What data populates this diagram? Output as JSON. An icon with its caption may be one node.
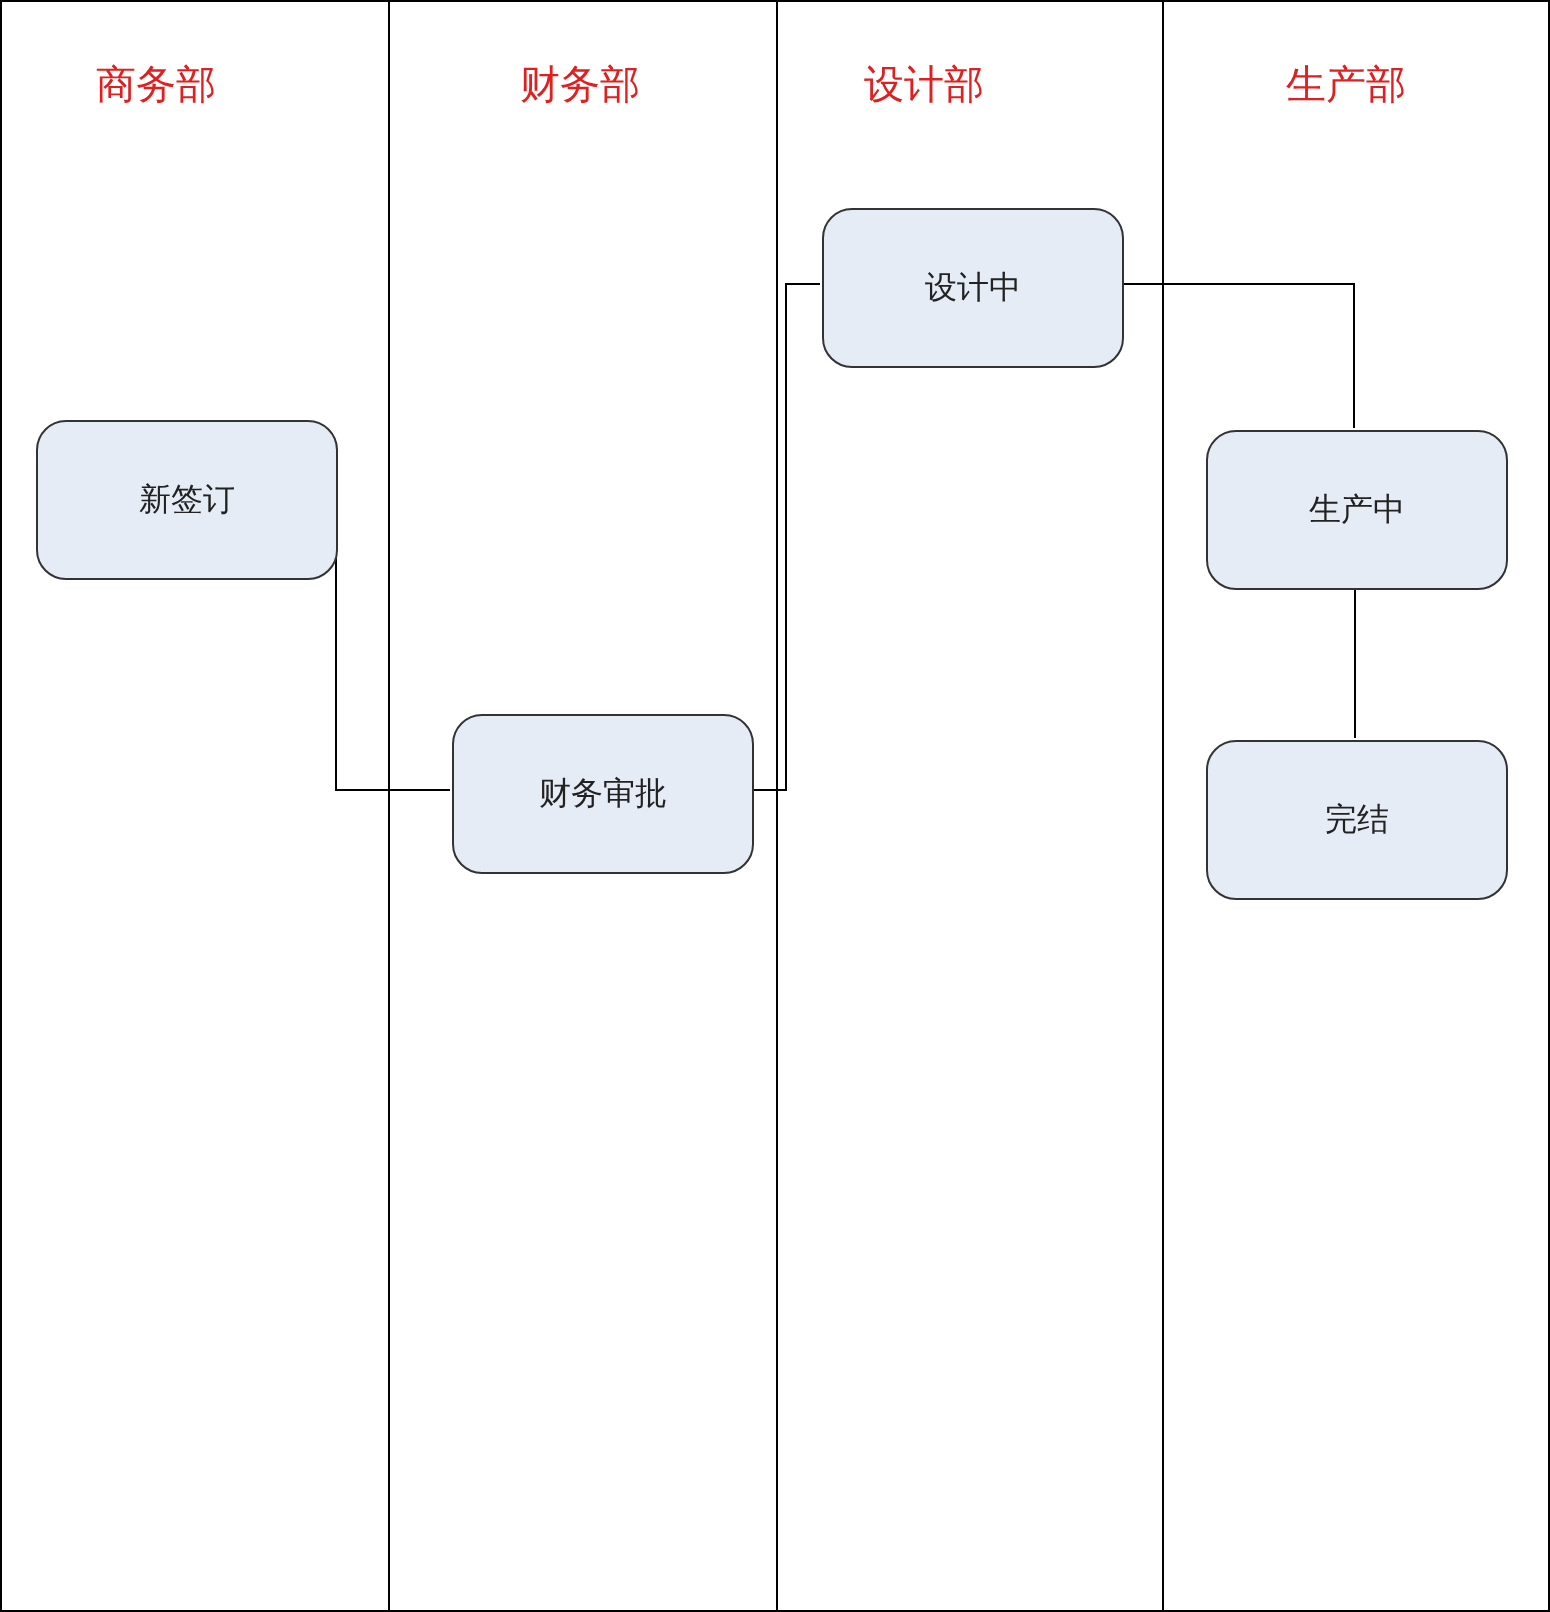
{
  "diagram": {
    "nodes": [
      {
        "text": [
          "商务部"
        ]
      },
      {
        "text": [
          "财务部"
        ]
      },
      {
        "text": [
          "设计部"
        ]
      },
      {
        "text": [
          "生产部"
        ]
      },
      {
        "text": [
          "新签订"
        ],
        "in": 0
      },
      {
        "text": [
          "财务审批"
        ],
        "in": 1
      },
      {
        "text": [
          "设计中"
        ],
        "in": 2
      },
      {
        "text": [
          "生产中"
        ],
        "in": 3
      },
      {
        "text": [
          "完结"
        ],
        "in": 3
      }
    ],
    "edges": [
      {
        "from": 4,
        "to": 5,
        "arrow": "none"
      },
      {
        "from": 5,
        "to": 6,
        "arrow": "none"
      },
      {
        "from": 6,
        "to": 7,
        "arrow": "none"
      },
      {
        "from": 7,
        "to": 8,
        "arrow": "none"
      }
    ]
  }
}
